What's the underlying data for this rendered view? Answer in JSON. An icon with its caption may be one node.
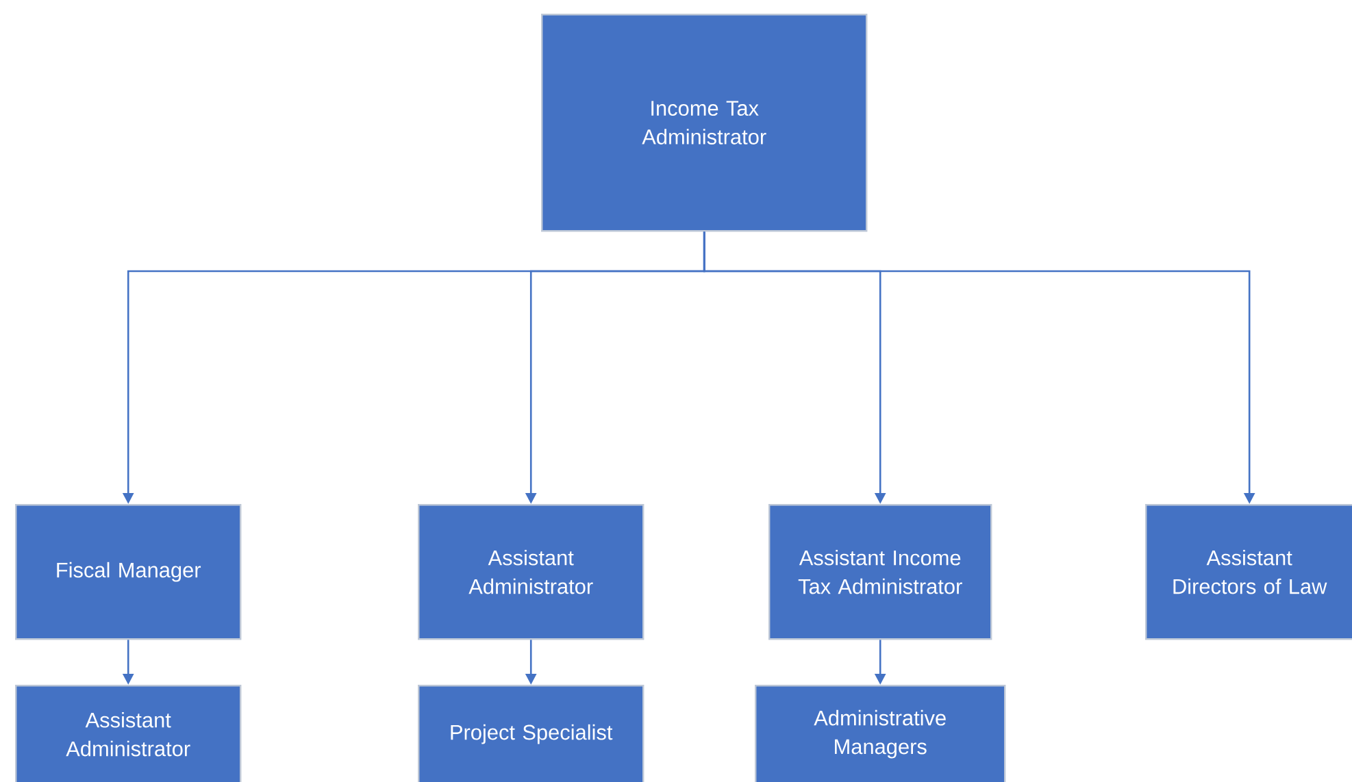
{
  "diagram": {
    "nodes": [
      {
        "text": [
          "Income Tax Administrator"
        ]
      },
      {
        "text": [
          "Fiscal Manager"
        ]
      },
      {
        "text": [
          "Assistant Administrator"
        ]
      },
      {
        "text": [
          "Assistant Income Tax Administrator"
        ]
      },
      {
        "text": [
          "Assistant Directors of Law"
        ]
      },
      {
        "text": [
          "Assistant Administrator"
        ]
      },
      {
        "text": [
          "Project Specialist"
        ]
      },
      {
        "text": [
          "Administrative Managers"
        ]
      }
    ],
    "edges": [
      {
        "from": 0,
        "to": 1,
        "arrow": "to"
      },
      {
        "from": 0,
        "to": 2,
        "arrow": "to"
      },
      {
        "from": 0,
        "to": 3,
        "arrow": "to"
      },
      {
        "from": 0,
        "to": 4,
        "arrow": "to"
      },
      {
        "from": 1,
        "to": 5,
        "arrow": "to"
      },
      {
        "from": 2,
        "to": 6,
        "arrow": "to"
      },
      {
        "from": 3,
        "to": 7,
        "arrow": "to"
      }
    ]
  }
}
